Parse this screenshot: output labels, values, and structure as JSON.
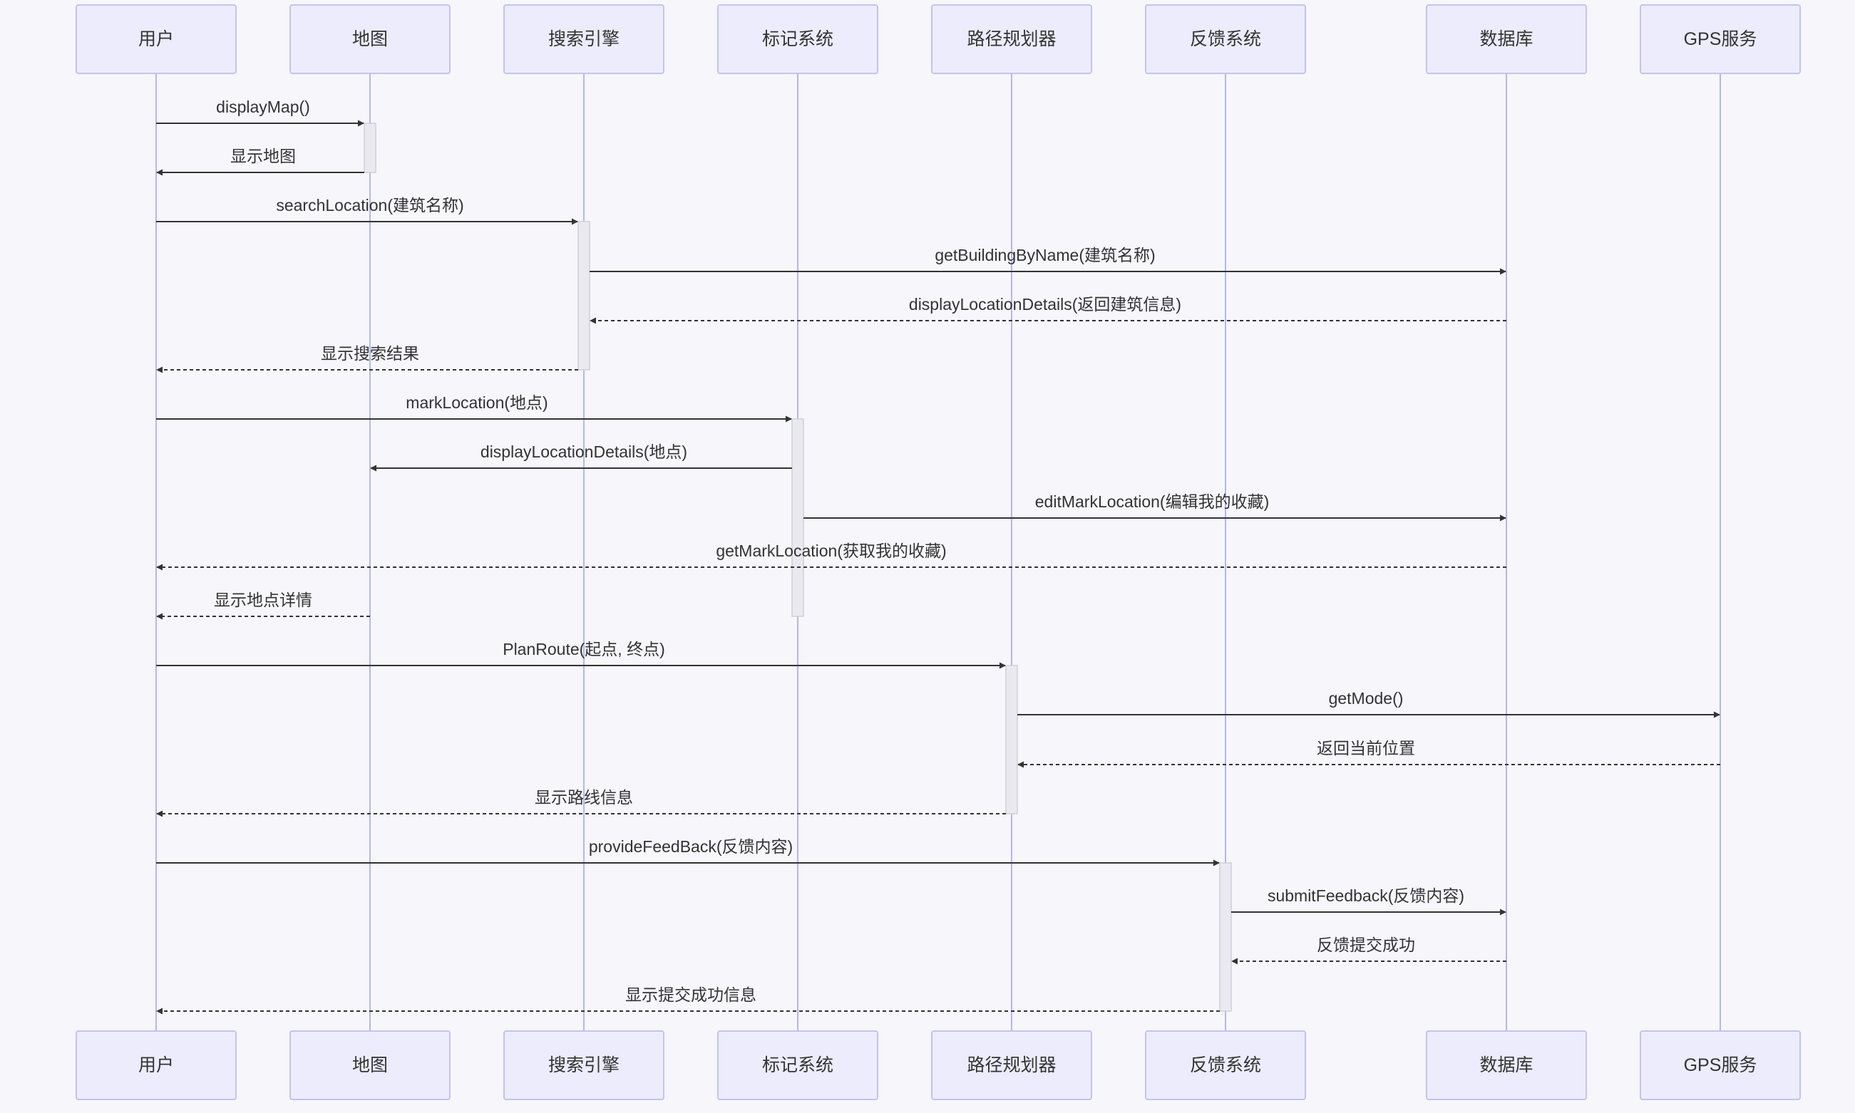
{
  "theme": {
    "background": "#f6f6fb",
    "actor_fill": "#ececfd",
    "actor_stroke": "#c3c3ee",
    "lifeline": "#b6b6ec",
    "activation_fill": "#e9e9ef",
    "activation_stroke": "#cfcfd8",
    "message": "#333333"
  },
  "participants": [
    {
      "id": "user",
      "label": "用户"
    },
    {
      "id": "map",
      "label": "地图"
    },
    {
      "id": "search",
      "label": "搜索引擎"
    },
    {
      "id": "mark",
      "label": "标记系统"
    },
    {
      "id": "route",
      "label": "路径规划器"
    },
    {
      "id": "feedback",
      "label": "反馈系统"
    },
    {
      "id": "db",
      "label": "数据库"
    },
    {
      "id": "gps",
      "label": "GPS服务"
    }
  ],
  "messages": [
    {
      "from": "user",
      "to": "map",
      "label": "displayMap()",
      "style": "solid"
    },
    {
      "from": "map",
      "to": "user",
      "label": "显示地图",
      "style": "solid"
    },
    {
      "from": "user",
      "to": "search",
      "label": "searchLocation(建筑名称)",
      "style": "solid"
    },
    {
      "from": "search",
      "to": "db",
      "label": "getBuildingByName(建筑名称)",
      "style": "solid"
    },
    {
      "from": "db",
      "to": "search",
      "label": "displayLocationDetails(返回建筑信息)",
      "style": "dashed"
    },
    {
      "from": "search",
      "to": "user",
      "label": "显示搜索结果",
      "style": "dashed"
    },
    {
      "from": "user",
      "to": "mark",
      "label": "markLocation(地点)",
      "style": "solid"
    },
    {
      "from": "mark",
      "to": "map",
      "label": "displayLocationDetails(地点)",
      "style": "solid"
    },
    {
      "from": "mark",
      "to": "db",
      "label": "editMarkLocation(编辑我的收藏)",
      "style": "solid"
    },
    {
      "from": "db",
      "to": "user",
      "label": "getMarkLocation(获取我的收藏)",
      "style": "dashed"
    },
    {
      "from": "map",
      "to": "user",
      "label": "显示地点详情",
      "style": "dashed"
    },
    {
      "from": "user",
      "to": "route",
      "label": "PlanRoute(起点, 终点)",
      "style": "solid"
    },
    {
      "from": "route",
      "to": "gps",
      "label": "getMode()",
      "style": "solid"
    },
    {
      "from": "gps",
      "to": "route",
      "label": "返回当前位置",
      "style": "dashed"
    },
    {
      "from": "route",
      "to": "user",
      "label": "显示路线信息",
      "style": "dashed"
    },
    {
      "from": "user",
      "to": "feedback",
      "label": "provideFeedBack(反馈内容)",
      "style": "solid"
    },
    {
      "from": "feedback",
      "to": "db",
      "label": "submitFeedback(反馈内容)",
      "style": "solid"
    },
    {
      "from": "db",
      "to": "feedback",
      "label": "反馈提交成功",
      "style": "dashed"
    },
    {
      "from": "feedback",
      "to": "user",
      "label": "显示提交成功信息",
      "style": "dashed"
    }
  ],
  "activations": [
    {
      "participant": "map",
      "from_message": 0,
      "to_message": 1
    },
    {
      "participant": "search",
      "from_message": 2,
      "to_message": 5
    },
    {
      "participant": "mark",
      "from_message": 6,
      "to_message": 10
    },
    {
      "participant": "route",
      "from_message": 11,
      "to_message": 14
    },
    {
      "participant": "feedback",
      "from_message": 15,
      "to_message": 18
    }
  ]
}
